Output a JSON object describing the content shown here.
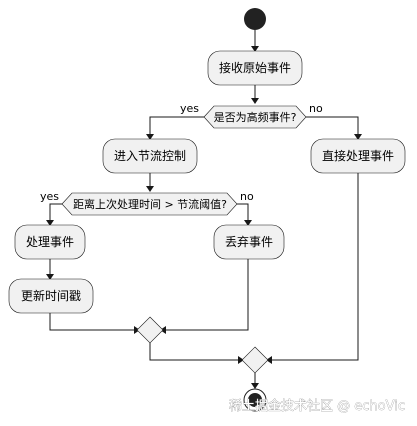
{
  "activities": {
    "receive": "接收原始事件",
    "enter_throttle": "进入节流控制",
    "direct": "直接处理事件",
    "process": "处理事件",
    "discard": "丢弃事件",
    "update_time": "更新时间戳"
  },
  "decisions": {
    "high_freq": "是否为高频事件?",
    "threshold": "距离上次处理时间 > 节流阈值?"
  },
  "branch_labels": {
    "yes1": "yes",
    "no1": "no",
    "yes2": "yes",
    "no2": "no"
  },
  "watermark": "稀土掘金技术社区 @ echoVic"
}
